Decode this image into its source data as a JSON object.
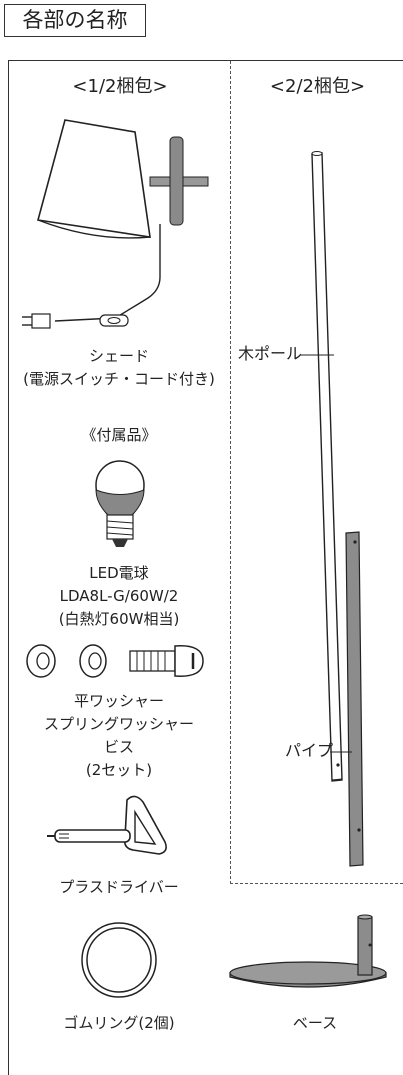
{
  "heading": "各部の名称",
  "packages": {
    "pkg1": "<1/2梱包>",
    "pkg2": "<2/2梱包>"
  },
  "parts": {
    "shade": [
      "シェード",
      "(電源スイッチ・コード付き)"
    ],
    "accessories_heading": "《付属品》",
    "bulb": [
      "LED電球",
      "LDA8L-G/60W/2",
      "(白熱灯60W相当)"
    ],
    "screws": [
      "平ワッシャー",
      "スプリングワッシャー",
      "ビス",
      "(2セット)"
    ],
    "screwdriver": "プラスドライバー",
    "rubber_ring": "ゴムリング(2個)",
    "wood_pole": "木ポール",
    "pipe": "パイプ",
    "base": "ベース"
  }
}
